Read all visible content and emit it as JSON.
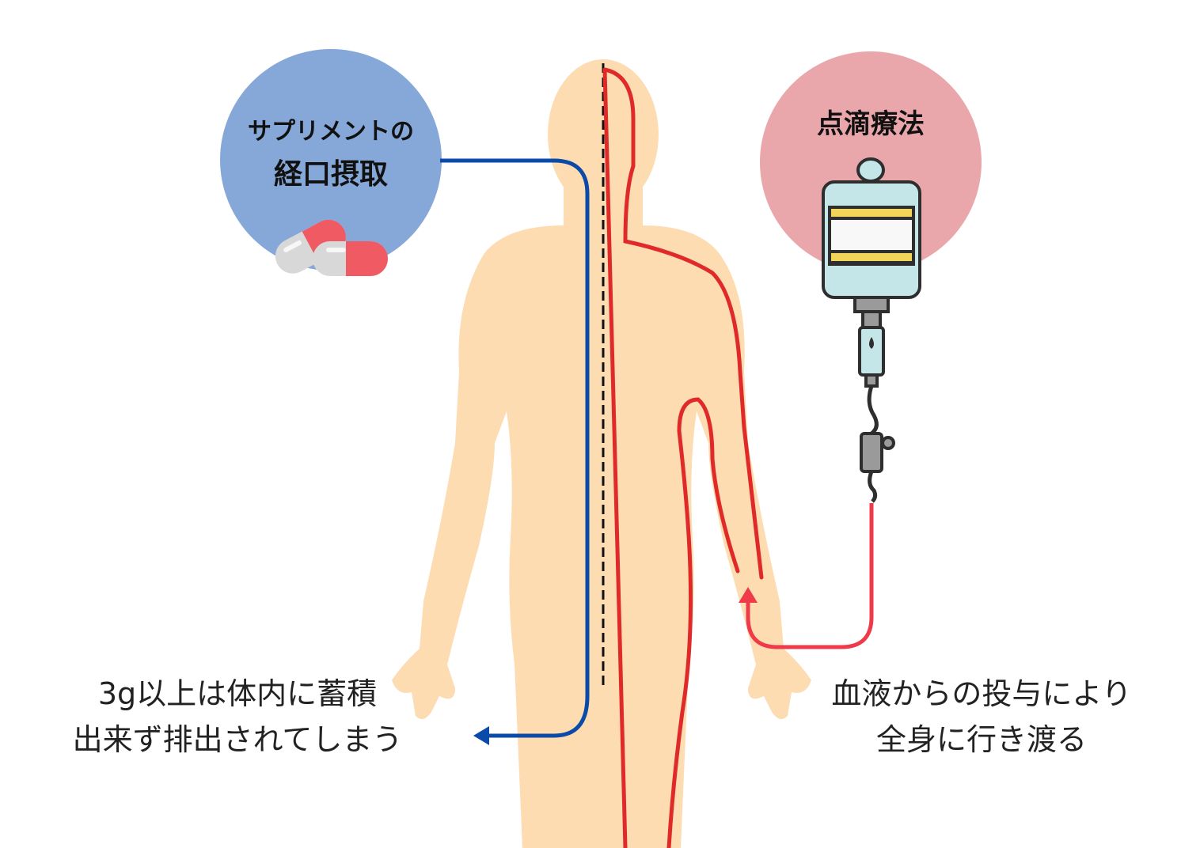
{
  "oral": {
    "title_line1": "サプリメントの",
    "title_line2": "経口摂取",
    "note_line1": "3g以上は体内に蓄積",
    "note_line2": "出来ず排出されてしまう",
    "circle_color": "#86a8d8",
    "path_color": "#0a4aa8",
    "icon": "capsule-pills-icon"
  },
  "iv": {
    "title": "点滴療法",
    "note_line1": "血液からの投与により",
    "note_line2": "全身に行き渡る",
    "circle_color": "#e9a7ab",
    "path_color": "#ef3a4a",
    "icon": "iv-drip-bag-icon"
  },
  "body": {
    "silhouette_color": "#fddcb1",
    "centerline": "dashed"
  }
}
